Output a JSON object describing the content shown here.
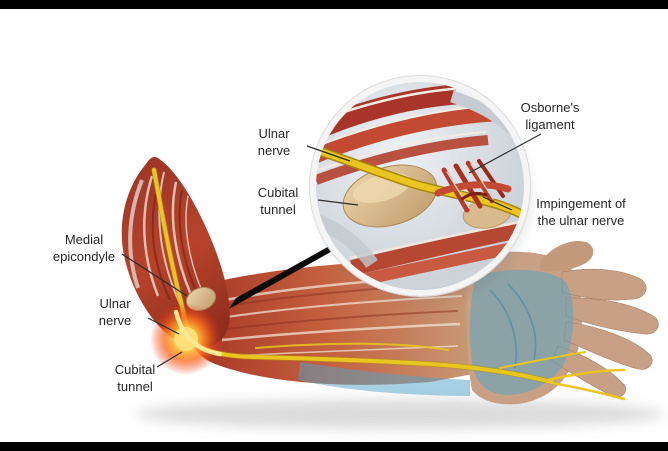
{
  "labels": {
    "medial_epicondyle": "Medial\nepicondyle",
    "ulnar_nerve_arm": "Ulnar\nnerve",
    "cubital_tunnel_arm": "Cubital\ntunnel",
    "inset_ulnar_nerve": "Ulnar\nnerve",
    "inset_cubital_tunnel": "Cubital\ntunnel",
    "inset_osbornes_ligament": "Osborne's\nligament",
    "inset_impingement": "Impingement of\nthe ulnar nerve"
  },
  "colors": {
    "muscle-red": "#b5402e",
    "muscle-dark": "#7e2418",
    "nerve-yellow": "#e9c51f",
    "inflammation-orange": "#ff6f1e",
    "hand-blue": "#4fa3c7",
    "bone-tan": "#dcbd92",
    "label-text": "#262626",
    "leader-line": "#2d2d2d",
    "frame-bar": "#000000"
  }
}
